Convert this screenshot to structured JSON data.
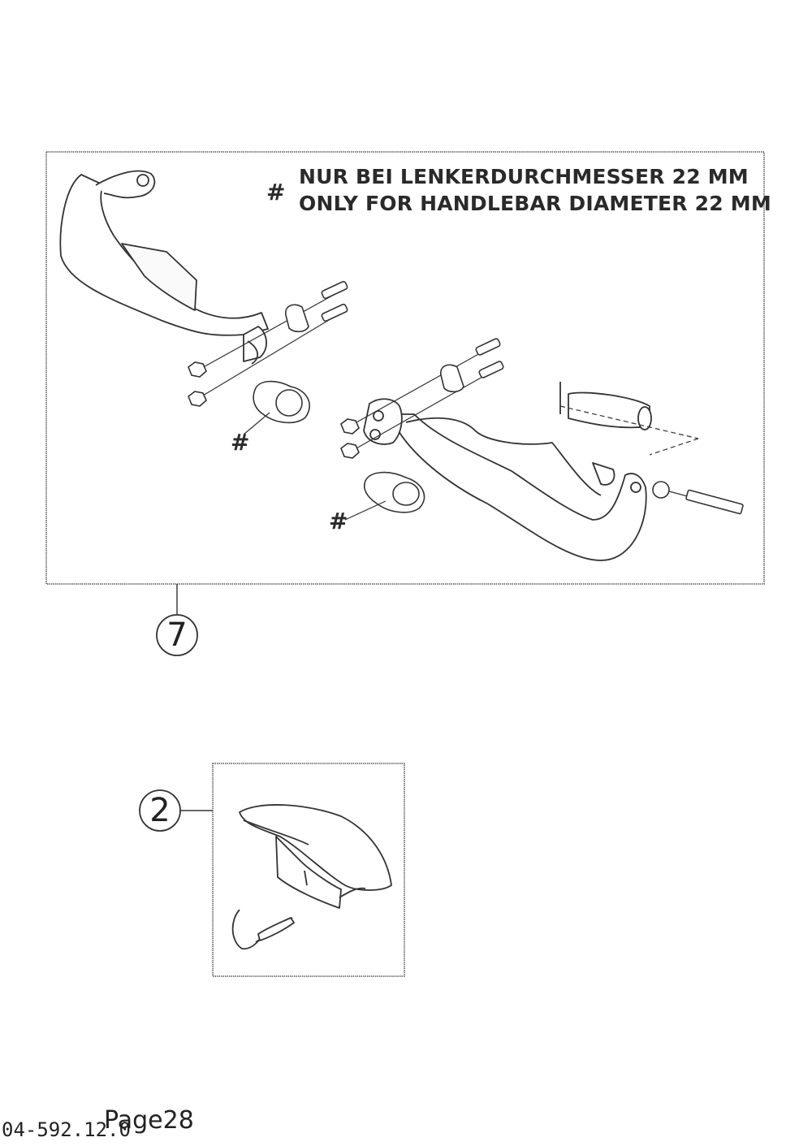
{
  "note": {
    "symbol": "#",
    "line_de": "NUR BEI LENKERDURCHMESSER 22 MM",
    "line_en": "ONLY FOR HANDLEBAR DIAMETER 22 MM"
  },
  "markers": [
    "#",
    "#"
  ],
  "callouts": {
    "handguard_kit": "7",
    "protector_kit": "2"
  },
  "footer": {
    "code": "04-592.12.0",
    "page": "Page28"
  }
}
